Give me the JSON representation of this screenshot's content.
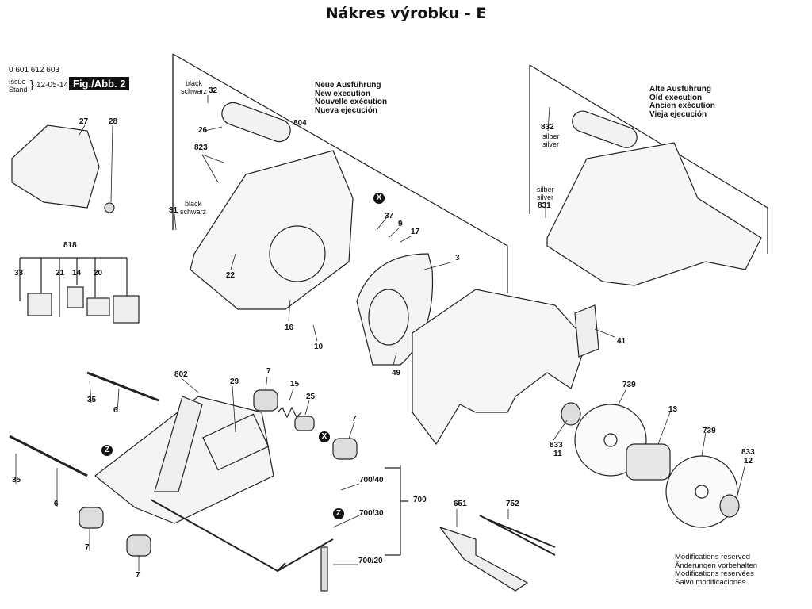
{
  "title": "Nákres výrobku - E",
  "header": {
    "part_number": "0 601 612 603",
    "issue_label_1": "Issue",
    "issue_label_2": "Stand",
    "issue_date": "12-05-14",
    "figure": "Fig./Abb. 2"
  },
  "new_execution": [
    "Neue Ausführung",
    "New execution",
    "Nouvelle exécution",
    "Nueva ejecución"
  ],
  "old_execution": [
    "Alte Ausführung",
    "Old execution",
    "Ancien exécution",
    "Vieja ejecución"
  ],
  "modifications": [
    "Modifications reserved",
    "Änderungen vorbehalten",
    "Modifications reservées",
    "Salvo modificaciones"
  ],
  "labels": [
    "27",
    "28",
    "818",
    "33",
    "21",
    "14",
    "20",
    "black",
    "schwarz",
    "32",
    "26",
    "823",
    "black",
    "schwarz",
    "31",
    "22",
    "16",
    "10",
    "3",
    "37",
    "9",
    "17",
    "49",
    "41",
    "804",
    "832",
    "silber",
    "silver",
    "silber",
    "silver",
    "831",
    "739",
    "13",
    "739",
    "833",
    "12",
    "833",
    "11",
    "802",
    "29",
    "7",
    "15",
    "25",
    "7",
    "35",
    "6",
    "35",
    "6",
    "7",
    "7",
    "700/40",
    "700/30",
    "700",
    "700/20",
    "651",
    "752"
  ],
  "markers": [
    "X",
    "X",
    "Z",
    "Z"
  ]
}
